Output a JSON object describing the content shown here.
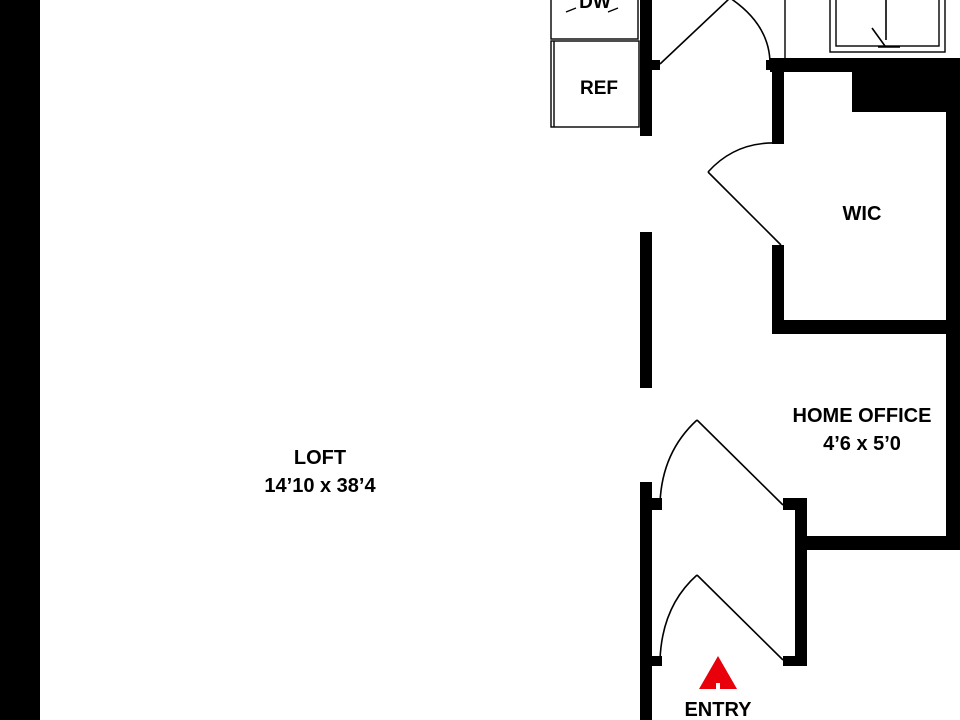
{
  "plan": {
    "rooms": [
      {
        "id": "loft",
        "name": "LOFT",
        "dimensions": "14’10 x 38’4"
      },
      {
        "id": "home-office",
        "name": "HOME OFFICE",
        "dimensions": "4’6 x 5’0"
      },
      {
        "id": "wic",
        "name": "WIC"
      },
      {
        "id": "entry",
        "name": "ENTRY"
      }
    ],
    "fixtures": {
      "dishwasher": "DW",
      "refrigerator": "REF"
    },
    "colors": {
      "wall": "#000000",
      "entry_marker": "#e8000b",
      "background": "#ffffff"
    },
    "icons": [
      "entry-arrow-icon",
      "shower-icon"
    ]
  }
}
